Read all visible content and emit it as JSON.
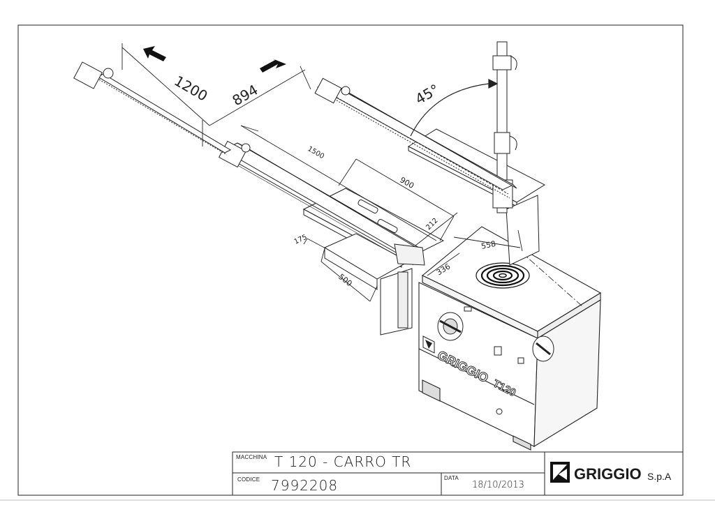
{
  "drawing": {
    "dimensions": {
      "d1200": "1200",
      "d894": "894",
      "d1500": "1500",
      "d900": "900",
      "d212": "212",
      "d175": "175",
      "d558": "558",
      "d336": "336",
      "d500": "500",
      "angle": "45°"
    },
    "machine_logo_text": "GRIGGIO",
    "machine_model_text": "T120"
  },
  "title_block": {
    "machine_label": "MACCHINA",
    "machine_value": "T 120 - CARRO TR",
    "code_label": "CODICE",
    "code_value": "7992208",
    "date_label": "DATA",
    "date_value": "18/10/2013",
    "company_name": "GRIGGIO",
    "company_suffix": "S.p.A"
  },
  "colors": {
    "line": "#1a1a1a",
    "paper": "#ffffff"
  }
}
